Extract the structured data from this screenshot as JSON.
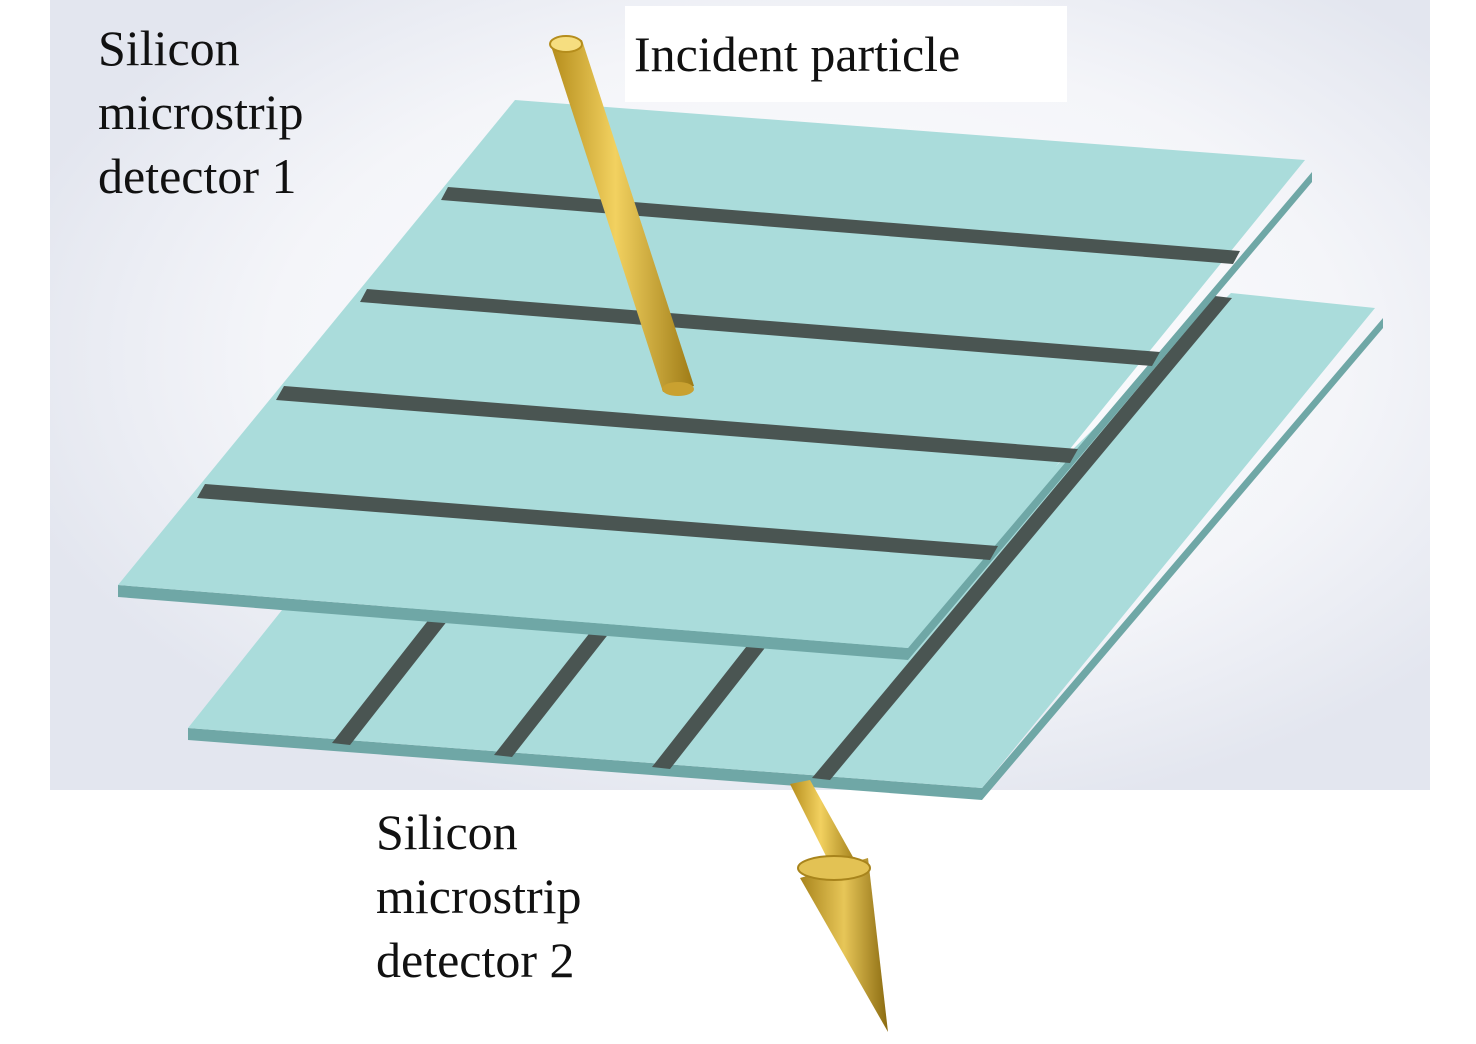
{
  "labels": {
    "detector1": [
      "Silicon",
      "microstrip",
      "detector 1"
    ],
    "incident_particle": "Incident particle",
    "detector2": [
      "Silicon",
      "microstrip",
      "detector 2"
    ]
  },
  "colors": {
    "plate_face": "#aadcdb",
    "plate_edge": "#6fa7a6",
    "strip_gap": "#4a5552",
    "particle": "#d8b43a",
    "particle_dark": "#9a7a14",
    "background_shade": "#e4e7f0"
  }
}
